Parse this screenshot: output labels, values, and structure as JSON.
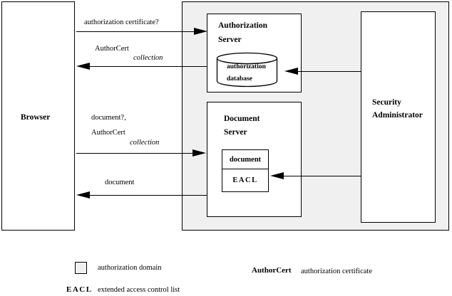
{
  "diagram": {
    "browser": {
      "label": "Browser"
    },
    "authorization_domain": {
      "authorization_server": {
        "title": [
          "Authorization",
          "Server"
        ],
        "database": [
          "authorization",
          "database"
        ]
      },
      "document_server": {
        "title": [
          "Document",
          "Server"
        ],
        "document_label": "document",
        "eacl_label": "EACL"
      }
    },
    "security_administrator": {
      "title": [
        "Security",
        "Administrator"
      ]
    },
    "messages": {
      "request_auth_cert": "authorization certificate?",
      "reply_authorcert": "AuthorCert",
      "reply_authorcert_qualifier": "collection",
      "request_document": "document?,",
      "request_document_authorcert": "AuthorCert",
      "request_document_qualifier": "collection",
      "reply_document": "document"
    },
    "colors": {
      "domain_fill": "#f0f0f0",
      "line": "#000000",
      "background": "#ffffff"
    }
  },
  "legend": {
    "domain": {
      "label": "authorization domain"
    },
    "eacl": {
      "key": "EACL",
      "label": "extended access control list"
    },
    "authorcert": {
      "key": "AuthorCert",
      "label": "authorization certificate"
    }
  }
}
